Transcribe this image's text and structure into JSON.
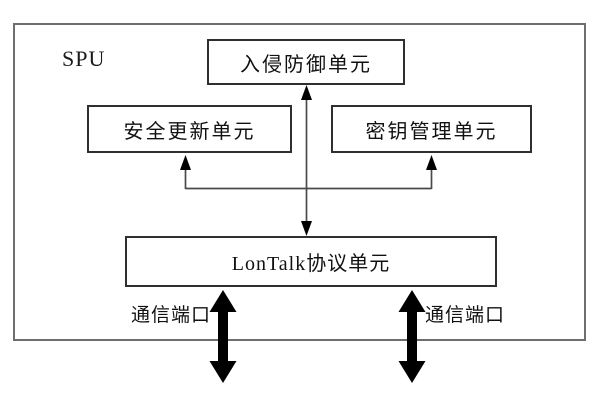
{
  "diagram": {
    "container_label": "SPU",
    "nodes": {
      "intrusion": {
        "label": "入侵防御单元"
      },
      "update": {
        "label": "安全更新单元"
      },
      "key": {
        "label": "密钥管理单元"
      },
      "lontalk": {
        "label": "LonTalk协议单元"
      }
    },
    "ports": {
      "left_label": "通信端口",
      "right_label": "通信端口"
    },
    "connections": [
      {
        "from": "lontalk",
        "to": "intrusion",
        "style": "thin",
        "heads": "both"
      },
      {
        "from": "lontalk",
        "to": "update",
        "style": "thin",
        "heads": "end"
      },
      {
        "from": "lontalk",
        "to": "key",
        "style": "thin",
        "heads": "end"
      },
      {
        "from": "lontalk",
        "to": "external-port-left",
        "style": "thick",
        "heads": "both"
      },
      {
        "from": "lontalk",
        "to": "external-port-right",
        "style": "thick",
        "heads": "both"
      }
    ],
    "colors": {
      "background": "#ffffff",
      "outer_border": "#6e6e6e",
      "box_border": "#2f2f2f",
      "thin_line": "#4a4a4a",
      "arrow_fill": "#000000",
      "text": "#111111"
    }
  }
}
